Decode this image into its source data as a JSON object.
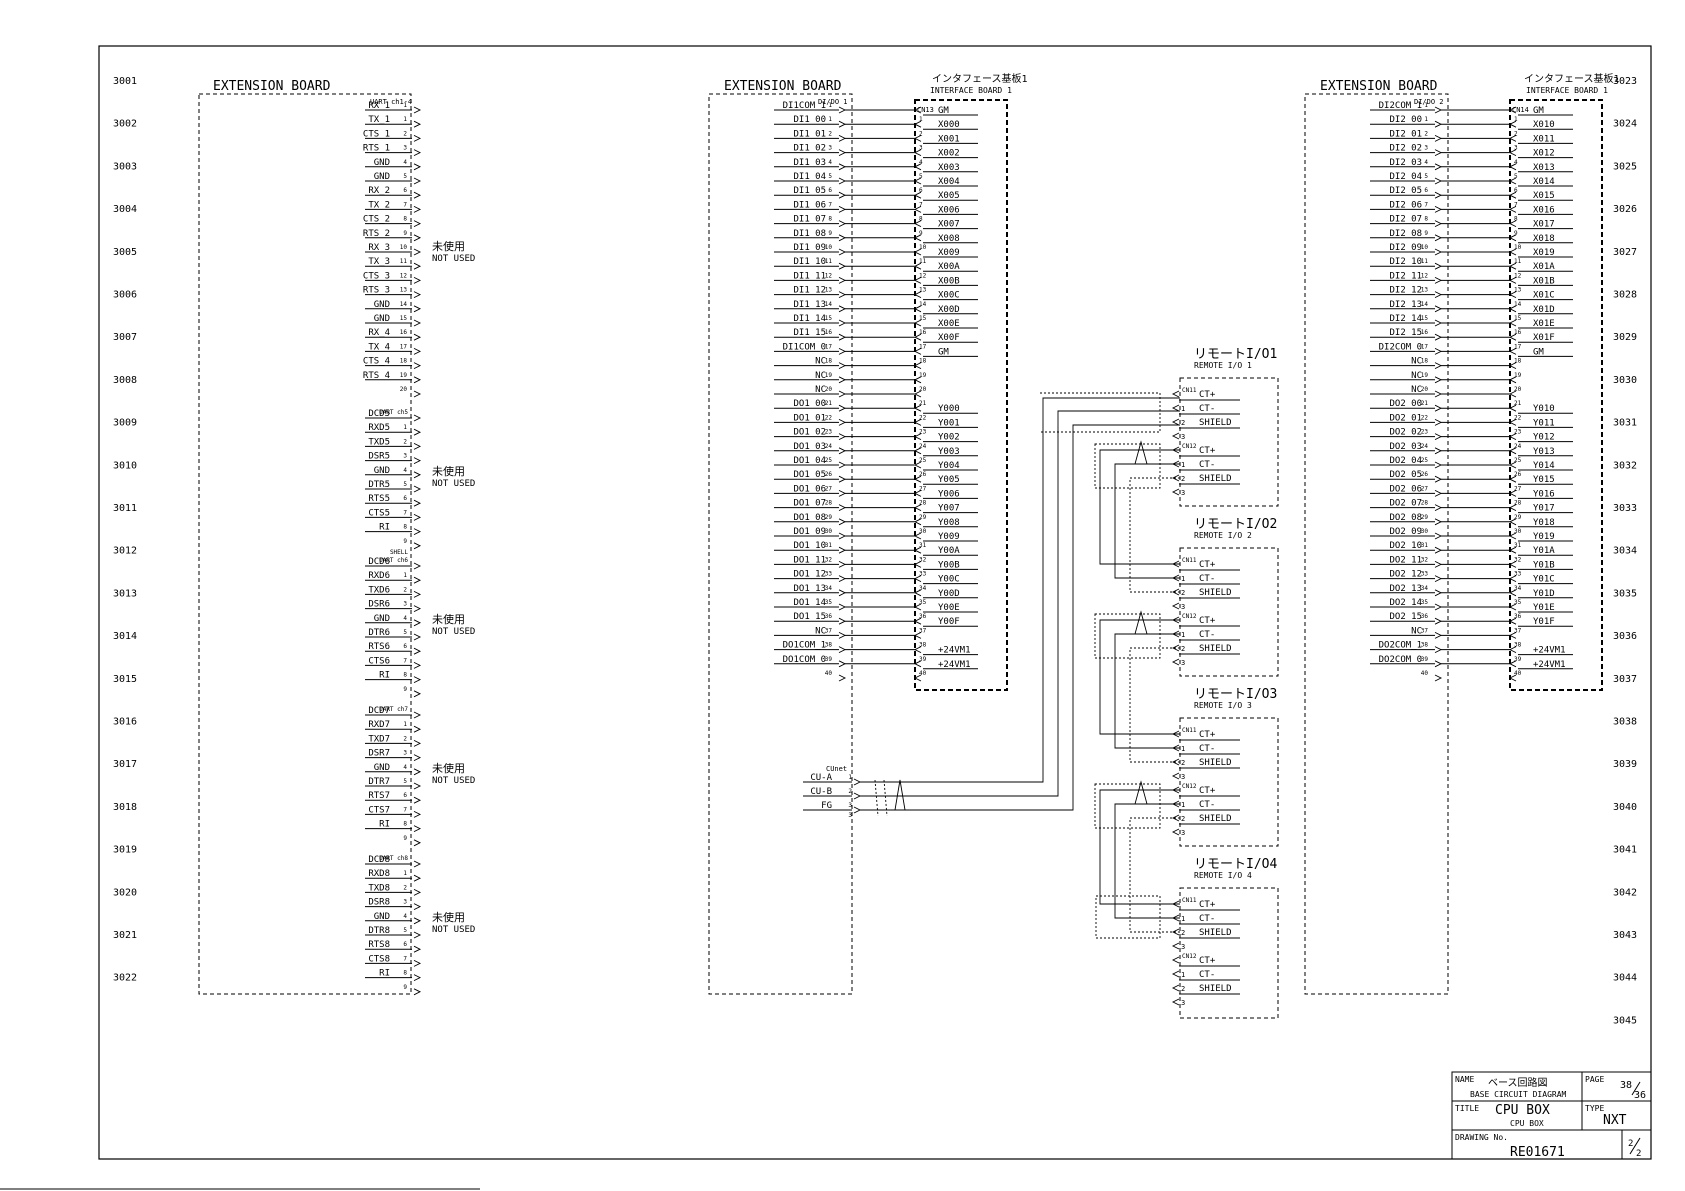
{
  "row_labels_left": [
    "3001",
    "3002",
    "3003",
    "3004",
    "3005",
    "3006",
    "3007",
    "3008",
    "3009",
    "3010",
    "3011",
    "3012",
    "3013",
    "3014",
    "3015",
    "3016",
    "3017",
    "3018",
    "3019",
    "3020",
    "3021",
    "3022"
  ],
  "row_labels_right": [
    "3023",
    "3024",
    "3025",
    "3026",
    "3027",
    "3028",
    "3029",
    "3030",
    "3031",
    "3032",
    "3033",
    "3034",
    "3035",
    "3036",
    "3037",
    "3038",
    "3039",
    "3040",
    "3041",
    "3042",
    "3043",
    "3044",
    "3045"
  ],
  "ext_board_label": "EXTENSION BOARD",
  "iface_jp": "インタフェース基板1",
  "iface_en": "INTERFACE BOARD 1",
  "not_used_jp": "未使用",
  "not_used_en": "NOT USED",
  "uart": {
    "ch14_header": "UART ch1-4",
    "ch14": [
      [
        "RX_1",
        "1"
      ],
      [
        "TX_1",
        "1"
      ],
      [
        "CTS_1",
        "2"
      ],
      [
        "RTS_1",
        "3"
      ],
      [
        "GND",
        "4"
      ],
      [
        "GND",
        "5"
      ],
      [
        "RX_2",
        "6"
      ],
      [
        "TX_2",
        "7"
      ],
      [
        "CTS_2",
        "8"
      ],
      [
        "RTS_2",
        "9"
      ],
      [
        "RX_3",
        "10"
      ],
      [
        "TX_3",
        "11"
      ],
      [
        "CTS_3",
        "12"
      ],
      [
        "RTS_3",
        "13"
      ],
      [
        "GND",
        "14"
      ],
      [
        "GND",
        "15"
      ],
      [
        "RX_4",
        "16"
      ],
      [
        "TX_4",
        "17"
      ],
      [
        "CTS_4",
        "18"
      ],
      [
        "RTS_4",
        "19"
      ],
      [
        "",
        "20"
      ]
    ],
    "groups": [
      {
        "header": "UART ch5",
        "top_label": "",
        "signals": [
          [
            "DCD5",
            ""
          ],
          [
            "RXD5",
            "1"
          ],
          [
            "TXD5",
            "2"
          ],
          [
            "DSR5",
            "3"
          ],
          [
            "GND",
            "4"
          ],
          [
            "DTR5",
            "5"
          ],
          [
            "RTS5",
            "6"
          ],
          [
            "CTS5",
            "7"
          ],
          [
            "RI",
            "8"
          ],
          [
            "",
            "9"
          ]
        ]
      },
      {
        "header": "UART ch6",
        "top_label": "SHELL",
        "signals": [
          [
            "DCD6",
            ""
          ],
          [
            "RXD6",
            "1"
          ],
          [
            "TXD6",
            "2"
          ],
          [
            "DSR6",
            "3"
          ],
          [
            "GND",
            "4"
          ],
          [
            "DTR6",
            "5"
          ],
          [
            "RTS6",
            "6"
          ],
          [
            "CTS6",
            "7"
          ],
          [
            "RI",
            "8"
          ],
          [
            "",
            "9"
          ]
        ]
      },
      {
        "header": "UART ch7",
        "top_label": "",
        "signals": [
          [
            "DCD7",
            ""
          ],
          [
            "RXD7",
            "1"
          ],
          [
            "TXD7",
            "2"
          ],
          [
            "DSR7",
            "3"
          ],
          [
            "GND",
            "4"
          ],
          [
            "DTR7",
            "5"
          ],
          [
            "RTS7",
            "6"
          ],
          [
            "CTS7",
            "7"
          ],
          [
            "RI",
            "8"
          ],
          [
            "",
            "9"
          ]
        ]
      },
      {
        "header": "UART ch8",
        "top_label": "",
        "signals": [
          [
            "DCD8",
            ""
          ],
          [
            "RXD8",
            "1"
          ],
          [
            "TXD8",
            "2"
          ],
          [
            "DSR8",
            "3"
          ],
          [
            "GND",
            "4"
          ],
          [
            "DTR8",
            "5"
          ],
          [
            "RTS8",
            "6"
          ],
          [
            "CTS8",
            "7"
          ],
          [
            "RI",
            "8"
          ],
          [
            "",
            "9"
          ]
        ]
      }
    ]
  },
  "dio1": {
    "connector": "DI/DO 1",
    "cn": "CN13",
    "left": [
      [
        "DI1COM_1",
        "1"
      ],
      [
        "DI1 00",
        "1"
      ],
      [
        "DI1 01",
        "2"
      ],
      [
        "DI1 02",
        "3"
      ],
      [
        "DI1 03",
        "4"
      ],
      [
        "DI1 04",
        "5"
      ],
      [
        "DI1 05",
        "6"
      ],
      [
        "DI1 06",
        "7"
      ],
      [
        "DI1 07",
        "8"
      ],
      [
        "DI1 08",
        "9"
      ],
      [
        "DI1 09",
        "10"
      ],
      [
        "DI1 10",
        "11"
      ],
      [
        "DI1 11",
        "12"
      ],
      [
        "DI1 12",
        "13"
      ],
      [
        "DI1 13",
        "14"
      ],
      [
        "DI1 14",
        "15"
      ],
      [
        "DI1 15",
        "16"
      ],
      [
        "DI1COM_0",
        "17"
      ],
      [
        "NC",
        "18"
      ],
      [
        "NC",
        "19"
      ],
      [
        "NC",
        "20"
      ],
      [
        "DO1 00",
        "21"
      ],
      [
        "DO1 01",
        "22"
      ],
      [
        "DO1 02",
        "23"
      ],
      [
        "DO1 03",
        "24"
      ],
      [
        "DO1 04",
        "25"
      ],
      [
        "DO1 05",
        "26"
      ],
      [
        "DO1 06",
        "27"
      ],
      [
        "DO1 07",
        "28"
      ],
      [
        "DO1 08",
        "29"
      ],
      [
        "DO1 09",
        "30"
      ],
      [
        "DO1 10",
        "31"
      ],
      [
        "DO1 11",
        "32"
      ],
      [
        "DO1 12",
        "33"
      ],
      [
        "DO1 13",
        "34"
      ],
      [
        "DO1 14",
        "35"
      ],
      [
        "DO1 15",
        "36"
      ],
      [
        "NC",
        "37"
      ],
      [
        "DO1COM_1",
        "38"
      ],
      [
        "DO1COM_0",
        "39"
      ],
      [
        "",
        "40"
      ]
    ],
    "right": [
      [
        "",
        "GM"
      ],
      [
        "1",
        "X000"
      ],
      [
        "2",
        "X001"
      ],
      [
        "3",
        "X002"
      ],
      [
        "4",
        "X003"
      ],
      [
        "5",
        "X004"
      ],
      [
        "6",
        "X005"
      ],
      [
        "7",
        "X006"
      ],
      [
        "8",
        "X007"
      ],
      [
        "9",
        "X008"
      ],
      [
        "10",
        "X009"
      ],
      [
        "11",
        "X00A"
      ],
      [
        "12",
        "X00B"
      ],
      [
        "13",
        "X00C"
      ],
      [
        "14",
        "X00D"
      ],
      [
        "15",
        "X00E"
      ],
      [
        "16",
        "X00F"
      ],
      [
        "17",
        "GM"
      ],
      [
        "18",
        ""
      ],
      [
        "19",
        ""
      ],
      [
        "20",
        ""
      ],
      [
        "21",
        "Y000"
      ],
      [
        "22",
        "Y001"
      ],
      [
        "23",
        "Y002"
      ],
      [
        "24",
        "Y003"
      ],
      [
        "25",
        "Y004"
      ],
      [
        "26",
        "Y005"
      ],
      [
        "27",
        "Y006"
      ],
      [
        "28",
        "Y007"
      ],
      [
        "29",
        "Y008"
      ],
      [
        "30",
        "Y009"
      ],
      [
        "31",
        "Y00A"
      ],
      [
        "32",
        "Y00B"
      ],
      [
        "33",
        "Y00C"
      ],
      [
        "34",
        "Y00D"
      ],
      [
        "35",
        "Y00E"
      ],
      [
        "36",
        "Y00F"
      ],
      [
        "37",
        ""
      ],
      [
        "38",
        "+24VM1"
      ],
      [
        "39",
        "+24VM1"
      ],
      [
        "40",
        ""
      ]
    ]
  },
  "dio2": {
    "connector": "DI/DO 2",
    "cn": "CN14",
    "left": [
      [
        "DI2COM_1",
        "1"
      ],
      [
        "DI2 00",
        "1"
      ],
      [
        "DI2 01",
        "2"
      ],
      [
        "DI2 02",
        "3"
      ],
      [
        "DI2 03",
        "4"
      ],
      [
        "DI2 04",
        "5"
      ],
      [
        "DI2 05",
        "6"
      ],
      [
        "DI2 06",
        "7"
      ],
      [
        "DI2 07",
        "8"
      ],
      [
        "DI2 08",
        "9"
      ],
      [
        "DI2 09",
        "10"
      ],
      [
        "DI2 10",
        "11"
      ],
      [
        "DI2 11",
        "12"
      ],
      [
        "DI2 12",
        "13"
      ],
      [
        "DI2 13",
        "14"
      ],
      [
        "DI2 14",
        "15"
      ],
      [
        "DI2 15",
        "16"
      ],
      [
        "DI2COM_0",
        "17"
      ],
      [
        "NC",
        "18"
      ],
      [
        "NC",
        "19"
      ],
      [
        "NC",
        "20"
      ],
      [
        "DO2 00",
        "21"
      ],
      [
        "DO2 01",
        "22"
      ],
      [
        "DO2 02",
        "23"
      ],
      [
        "DO2 03",
        "24"
      ],
      [
        "DO2 04",
        "25"
      ],
      [
        "DO2 05",
        "26"
      ],
      [
        "DO2 06",
        "27"
      ],
      [
        "DO2 07",
        "28"
      ],
      [
        "DO2 08",
        "29"
      ],
      [
        "DO2 09",
        "30"
      ],
      [
        "DO2 10",
        "31"
      ],
      [
        "DO2 11",
        "32"
      ],
      [
        "DO2 12",
        "33"
      ],
      [
        "DO2 13",
        "34"
      ],
      [
        "DO2 14",
        "35"
      ],
      [
        "DO2 15",
        "36"
      ],
      [
        "NC",
        "37"
      ],
      [
        "DO2COM_1",
        "38"
      ],
      [
        "DO2COM_0",
        "39"
      ],
      [
        "",
        "40"
      ]
    ],
    "right": [
      [
        "",
        "GM"
      ],
      [
        "1",
        "X010"
      ],
      [
        "2",
        "X011"
      ],
      [
        "3",
        "X012"
      ],
      [
        "4",
        "X013"
      ],
      [
        "5",
        "X014"
      ],
      [
        "6",
        "X015"
      ],
      [
        "7",
        "X016"
      ],
      [
        "8",
        "X017"
      ],
      [
        "9",
        "X018"
      ],
      [
        "10",
        "X019"
      ],
      [
        "11",
        "X01A"
      ],
      [
        "12",
        "X01B"
      ],
      [
        "13",
        "X01C"
      ],
      [
        "14",
        "X01D"
      ],
      [
        "15",
        "X01E"
      ],
      [
        "16",
        "X01F"
      ],
      [
        "17",
        "GM"
      ],
      [
        "18",
        ""
      ],
      [
        "19",
        ""
      ],
      [
        "20",
        ""
      ],
      [
        "21",
        "Y010"
      ],
      [
        "22",
        "Y011"
      ],
      [
        "23",
        "Y012"
      ],
      [
        "24",
        "Y013"
      ],
      [
        "25",
        "Y014"
      ],
      [
        "26",
        "Y015"
      ],
      [
        "27",
        "Y016"
      ],
      [
        "28",
        "Y017"
      ],
      [
        "29",
        "Y018"
      ],
      [
        "30",
        "Y019"
      ],
      [
        "31",
        "Y01A"
      ],
      [
        "32",
        "Y01B"
      ],
      [
        "33",
        "Y01C"
      ],
      [
        "34",
        "Y01D"
      ],
      [
        "35",
        "Y01E"
      ],
      [
        "36",
        "Y01F"
      ],
      [
        "37",
        ""
      ],
      [
        "38",
        "+24VM1"
      ],
      [
        "39",
        "+24VM1"
      ],
      [
        "40",
        ""
      ]
    ]
  },
  "cunet": {
    "header": "CUnet",
    "signals": [
      [
        "CU-A",
        "1"
      ],
      [
        "CU-B",
        "2"
      ],
      [
        "FG",
        "3"
      ],
      [
        "",
        "3"
      ]
    ]
  },
  "remote": {
    "blocks": [
      {
        "jp": "リモートI/O1",
        "en": "REMOTE I/O 1"
      },
      {
        "jp": "リモートI/O2",
        "en": "REMOTE I/O 2"
      },
      {
        "jp": "リモートI/O3",
        "en": "REMOTE I/O 3"
      },
      {
        "jp": "リモートI/O4",
        "en": "REMOTE I/O 4"
      }
    ],
    "cn_in": "CN11",
    "cn_out": "CN12",
    "pins": [
      [
        "",
        "CT+"
      ],
      [
        "1",
        "CT-"
      ],
      [
        "2",
        "SHIELD"
      ],
      [
        "3",
        ""
      ]
    ]
  },
  "title_block": {
    "name_label": "NAME",
    "name_jp": "ベース回路図",
    "name_en": "BASE CIRCUIT DIAGRAM",
    "page_label": "PAGE",
    "page_num": "38",
    "page_total": "36",
    "title_label": "TITLE",
    "title_main": "CPU BOX",
    "title_sub": "CPU BOX",
    "type_label": "TYPE",
    "type_value": "NXT",
    "drawing_label": "DRAWING No.",
    "drawing_no": "RE01671",
    "sheet_num": "2",
    "sheet_total": "2"
  }
}
